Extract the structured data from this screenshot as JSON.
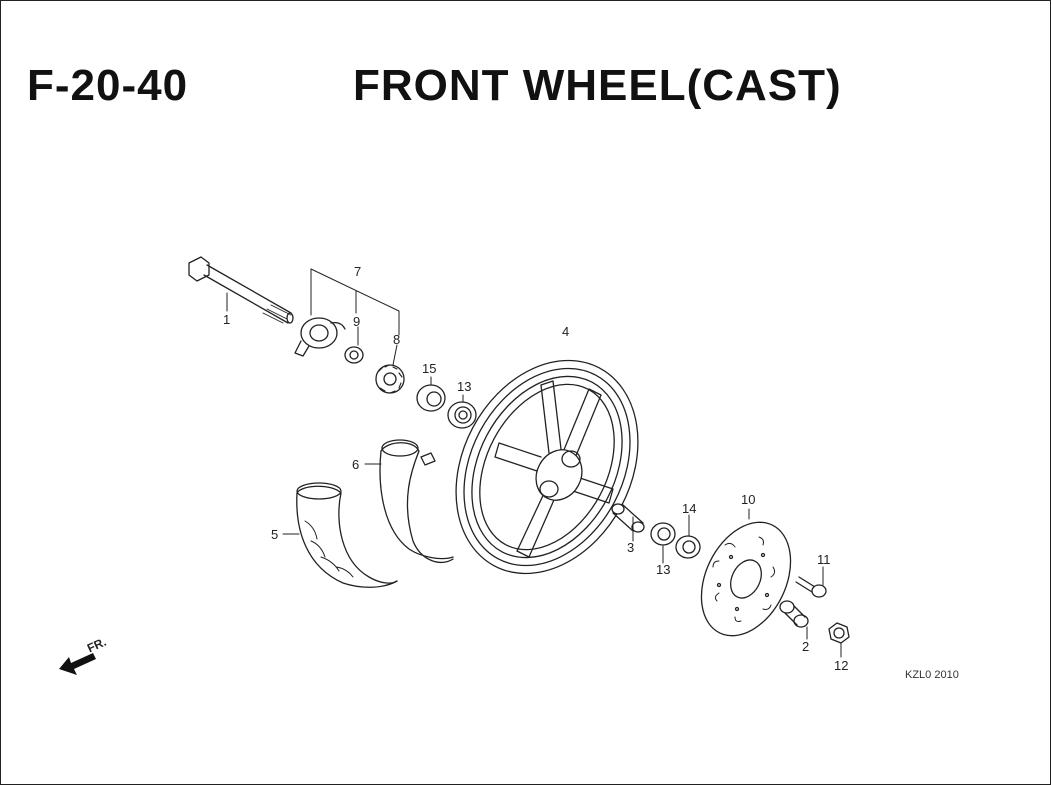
{
  "header": {
    "code": "F-20-40",
    "title": "FRONT WHEEL(CAST)"
  },
  "footer": {
    "catalog_code": "KZL0 2010"
  },
  "orientation": {
    "label": "FR.",
    "icon": "arrow-front-icon"
  },
  "callouts": [
    "1",
    "9",
    "7",
    "8",
    "15",
    "13",
    "4",
    "6",
    "5",
    "3",
    "13",
    "14",
    "10",
    "11",
    "2",
    "12"
  ],
  "colors": {
    "line": "#222222",
    "background": "#ffffff"
  }
}
